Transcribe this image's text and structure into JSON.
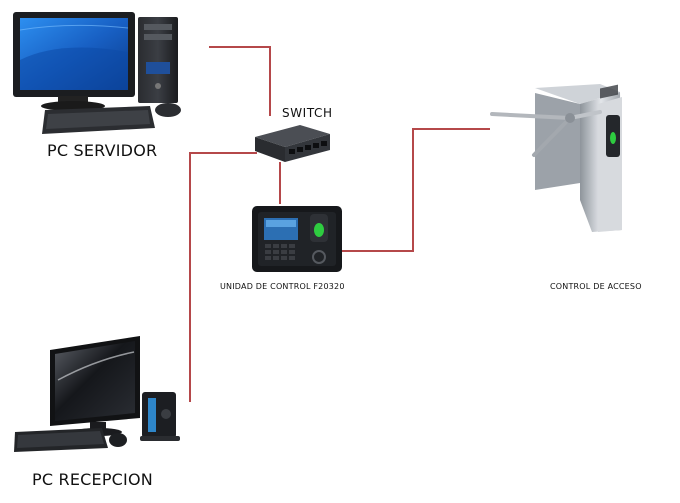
{
  "labels": {
    "pc_servidor": "PC SERVIDOR",
    "switch": "SWITCH",
    "unidad_control": "UNIDAD DE CONTROL F20320",
    "control_acceso": "CONTROL DE ACCESO",
    "pc_recepcion": "PC RECEPCION"
  },
  "colors": {
    "cable": "#b5484a",
    "device_dark": "#1c1e22",
    "screen_blue": "#1f6fd6",
    "metal": "#b8bcc2"
  },
  "icons": {
    "pc_servidor": "desktop-computer-icon",
    "switch": "network-switch-icon",
    "unidad_control": "biometric-terminal-icon",
    "control_acceso": "turnstile-icon",
    "pc_recepcion": "monitor-minitower-icon"
  }
}
